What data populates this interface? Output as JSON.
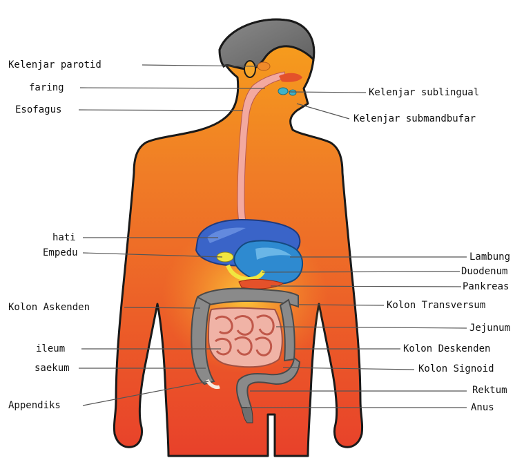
{
  "colors": {
    "skin_top": "#f7a21b",
    "skin_bottom": "#e8412a",
    "head": "#7a7a7a",
    "liver": "#3a64c8",
    "stomach": "#2e8ad0",
    "esophagus": "#f3a9a0",
    "intestine": "#e89a8c",
    "colon": "#8a8a8a",
    "pancreas": "#e4512a",
    "gall": "#f1e640",
    "leader_line": "#555555"
  },
  "labels_left": [
    {
      "id": "kelenjar-parotid",
      "text": "Kelenjar parotid"
    },
    {
      "id": "faring",
      "text": "faring"
    },
    {
      "id": "esofagus",
      "text": "Esofagus"
    },
    {
      "id": "hati",
      "text": "hati"
    },
    {
      "id": "empedu",
      "text": "Empedu"
    },
    {
      "id": "kolon-askenden",
      "text": "Kolon Askenden"
    },
    {
      "id": "ileum",
      "text": "ileum"
    },
    {
      "id": "saekum",
      "text": "saekum"
    },
    {
      "id": "appendiks",
      "text": "Appendiks"
    }
  ],
  "labels_right": [
    {
      "id": "kelenjar-sublingual",
      "text": "Kelenjar sublingual"
    },
    {
      "id": "kelenjar-submandbufar",
      "text": "Kelenjar submandbufar"
    },
    {
      "id": "lambung",
      "text": "Lambung"
    },
    {
      "id": "duodenum",
      "text": "Duodenum"
    },
    {
      "id": "pankreas",
      "text": "Pankreas"
    },
    {
      "id": "kolon-transversum",
      "text": "Kolon Transversum"
    },
    {
      "id": "jejunum",
      "text": "Jejunum"
    },
    {
      "id": "kolon-deskenden",
      "text": "Kolon Deskenden"
    },
    {
      "id": "kolon-signoid",
      "text": "Kolon Signoid"
    },
    {
      "id": "rektum",
      "text": "Rektum"
    },
    {
      "id": "anus",
      "text": "Anus"
    }
  ]
}
